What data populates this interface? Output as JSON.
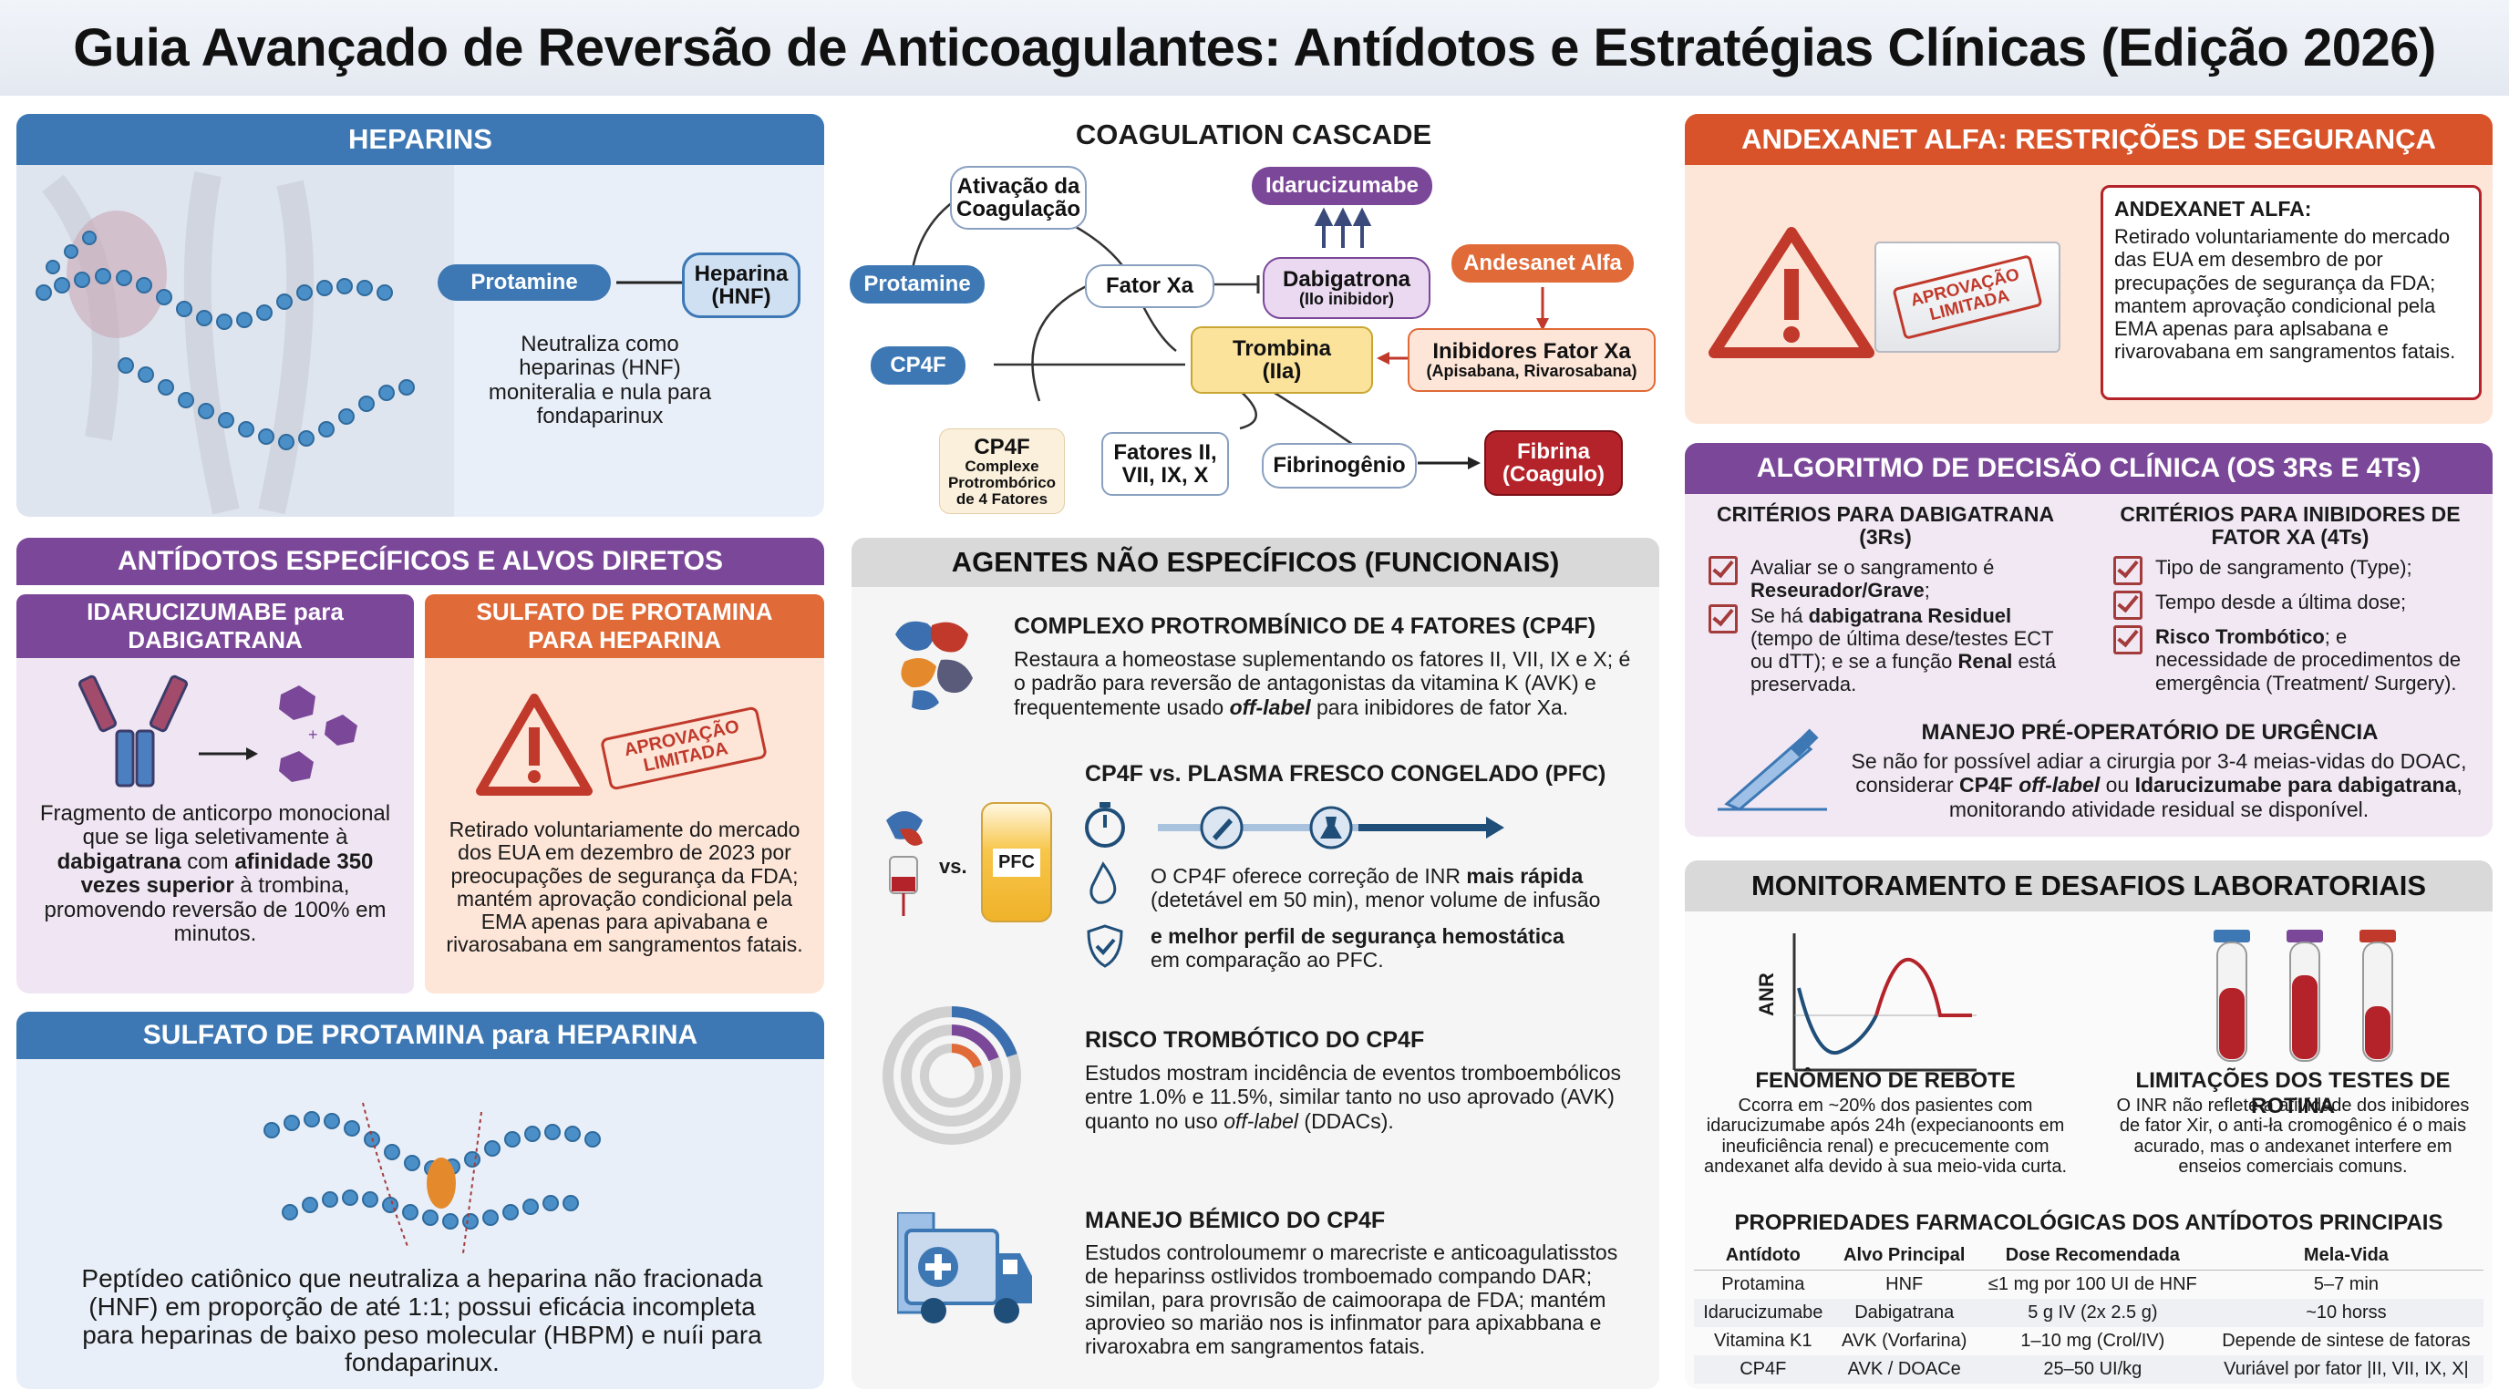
{
  "title": "Guia Avançado de Reversão de Anticoagulantes: Antídotos e Estratégias Clínicas (Edição 2026)",
  "heparins": {
    "header": "HEPARINS",
    "protamine": "Protamine",
    "heparina_line1": "Heparina",
    "heparina_line2": "(HNF)",
    "desc": "Neutraliza como heparinas (HNF) moniteralia e nula para fondaparinux"
  },
  "specific": {
    "header": "ANTÍDOTOS ESPECÍFICOS E ALVOS DIRETOS",
    "ida_header": "IDARUCIZUMABE para DABIGATRANA",
    "ida_text_1": "Fragmento de anticorpo monocional que se liga seletivamente à ",
    "ida_text_bold1": "dabigatrana",
    "ida_text_2": " com ",
    "ida_text_bold2": "afinidade 350 vezes superior",
    "ida_text_3": " à trombina, promovendo reversão de 100% em minutos.",
    "prot_header": "SULFATO DE PROTAMINA PARA HEPARINA",
    "stamp": "APROVAÇÃO LIMITADA",
    "prot_text": "Retirado voluntariamente do mercado dos EUA em dezembro de 2023 por preocupações de segurança da FDA; mantém aprovação condicional pela EMA apenas para apivabana e rivarosabana em sangramentos fatais."
  },
  "sulfato": {
    "header": "SULFATO DE PROTAMINA para HEPARINA",
    "text": "Peptídeo catiônico que neutraliza a heparina não fracionada (HNF) em proporção de até 1:1; possui eficácia incompleta para heparinas de baixo peso molecular (HBPM) e nuíi para fondaparinux."
  },
  "cascade": {
    "title": "COAGULATION CASCADE",
    "ativacao": "Ativação da Coagulação",
    "idarucizumabe": "Idarucizumabe",
    "protamine": "Protamine",
    "fator_xa": "Fator Xa",
    "dabigatrona": "Dabigatrona",
    "dabigatrona_sub": "(IIo inibidor)",
    "andesanet": "Andesanet Alfa",
    "cp4f": "CP4F",
    "trombina": "Trombina",
    "trombina_sub": "(IIa)",
    "inibidores": "Inibidores Fator Xa",
    "inibidores_sub": "(Apisabana, Rivarosabana)",
    "cp4f_box_title": "CP4F",
    "cp4f_box_sub": "Complexe Protrombórico de 4 Fatores",
    "fatores": "Fatores II, VII, IX, X",
    "fibrinogenio": "Fibrinogênio",
    "fibrina": "Fibrina",
    "fibrina_sub": "(Coagulo)"
  },
  "nonspecific": {
    "header": "AGENTES NÃO ESPECÍFICOS (FUNCIONAIS)",
    "s1_title": "COMPLEXO PROTROMBÍNICO DE 4 FATORES (CP4F)",
    "s1_text_1": "Restaura a homeostase suplementando os fatores II, VII, IX e X; é o padrão para reversão de antagonistas da vitamina K (AVK) e frequentemente usado ",
    "s1_text_italic": "off-label",
    "s1_text_2": " para inibidores de fator Xa.",
    "s2_title": "CP4F vs. PLASMA FRESCO CONGELADO (PFC)",
    "vs": "vs.",
    "pfc": "PFC",
    "s2_b1_1": "O CP4F oferece correção de INR ",
    "s2_b1_bold": "mais rápida",
    "s2_b1_2": " (detetável em 50 min), menor volume de infusão",
    "s2_b2_bold": "e melhor perfil de segurança hemostática",
    "s2_b2_2": " em comparação ao PFC.",
    "s3_title": "RISCO TROMBÓTICO DO CP4F",
    "s3_text_1": "Estudos mostram incidência de eventos tromboembólicos entre 1.0% e 11.5%, similar tanto no uso aprovado (AVK) quanto no uso ",
    "s3_text_italic": "off-label",
    "s3_text_2": " (DDACs).",
    "s4_title": "MANEJO BÉMICO DO CP4F",
    "s4_text": "Estudos controloumemr o marecriste e anticoagulatisstos de heparinss ostlividos tromboemado compando DAR; similan, para provrısão de caimoorapa de FDA; mantém aprovieo so mariäo nos is infinmator para apixabbana e rivaroxabra em sangramentos fatais."
  },
  "andexanet": {
    "header": "ANDEXANET ALFA: RESTRIÇÕES DE SEGURANÇA",
    "stamp": "APROVAÇÃO LIMITADA",
    "box_title": "ANDEXANET ALFA:",
    "box_text": "Retirado voluntariamente do mercado das EUA em desembro de por precupações de segurança da FDA; mantem aprovação condicional pela EMA apenas para aplsabana e rivarovabana em sangramentos fatais."
  },
  "algoritmo": {
    "header": "ALGORITMO DE DECISÃO CLÍNICA (OS 3Rs E 4Ts)",
    "left_title": "CRITÉRIOS PARA DABIGATRANA (3Rs)",
    "left_items": [
      {
        "pre": "Avaliar se o sangramento é ",
        "bold": "Reseurador/Grave",
        "post": ";"
      },
      {
        "pre": "Se há ",
        "bold": "dabigatrana Residuel",
        "post": " (tempo de última dese/testes ECT ou dTT); e se a função "
      },
      {
        "pre": "",
        "bold": "Renal",
        "post": " está preservada."
      }
    ],
    "right_title": "CRITÉRIOS PARA INIBIDORES DE FATOR XA (4Ts)",
    "right_items": [
      {
        "pre": "Tipo de sangramento (Type);",
        "bold": "",
        "post": ""
      },
      {
        "pre": "Tempo desde a última dose;",
        "bold": "",
        "post": ""
      },
      {
        "pre": "",
        "bold": "Risco Trombótico",
        "post": "; e"
      },
      {
        "pre": "necessidade de procedimentos de emergência (Treatment/ Surgery).",
        "bold": "",
        "post": ""
      }
    ],
    "preop_title": "MANEJO PRÉ-OPERATÓRIO DE URGÊNCIA",
    "preop_1": "Se não for possível adiar a cirurgia por 3-4 meias-vidas do DOAC, considerar ",
    "preop_bold1": "CP4F ",
    "preop_italic": "off-label",
    "preop_2": " ou ",
    "preop_bold2": "Idarucizumabe para dabigatrana",
    "preop_3": ", monitorando atividade residual se disponível."
  },
  "monitor": {
    "header": "MONITORAMENTO E DESAFIOS LABORATORIAIS",
    "axis": "ANR",
    "rebote_title": "FENÔMENO DE REBOTE",
    "rebote_text": "Ccorra em ~20% dos pasientes com idarucizumabe após 24h (expecianoonts em ineuficiência renal) e precucemente com andexanet alfa devido à sua meio-vida curta.",
    "lim_title": "LIMITAÇÕES DOS TESTES DE ROTINA",
    "lim_text": "O INR não reflete a atividade dos inibidores de fator Xir, o anti-ła cromogênico é o mais acurado, mas o andexanet interfere em enseios comerciais comuns."
  },
  "props": {
    "title": "PROPRIEDADES FARMACOLÓGICAS DOS ANTÍDOTOS PRINCIPAIS",
    "headers": [
      "Antídoto",
      "Alvo Principal",
      "Dose Recomendada",
      "Mela-Vida"
    ],
    "rows": [
      [
        "Protamina",
        "HNF",
        "≤1 mg por 100 UI de HNF",
        "5–7 min"
      ],
      [
        "Idarucizumabe",
        "Dabigatrana",
        "5 g IV (2x 2.5 g)",
        "~10 horss"
      ],
      [
        "Vitamina K1",
        "AVK (Vorfarina)",
        "1–10 mg (Crol/IV)",
        "Depende de sintese de fatoras"
      ],
      [
        "CP4F",
        "AVK / DOACe",
        "25–50 UI/kg",
        "Vuriável por fator |II, VII, IX, X|"
      ]
    ]
  },
  "colors": {
    "blue": "#3d78b4",
    "purple": "#7b4799",
    "orange": "#e06a38",
    "red": "#d9532a"
  }
}
